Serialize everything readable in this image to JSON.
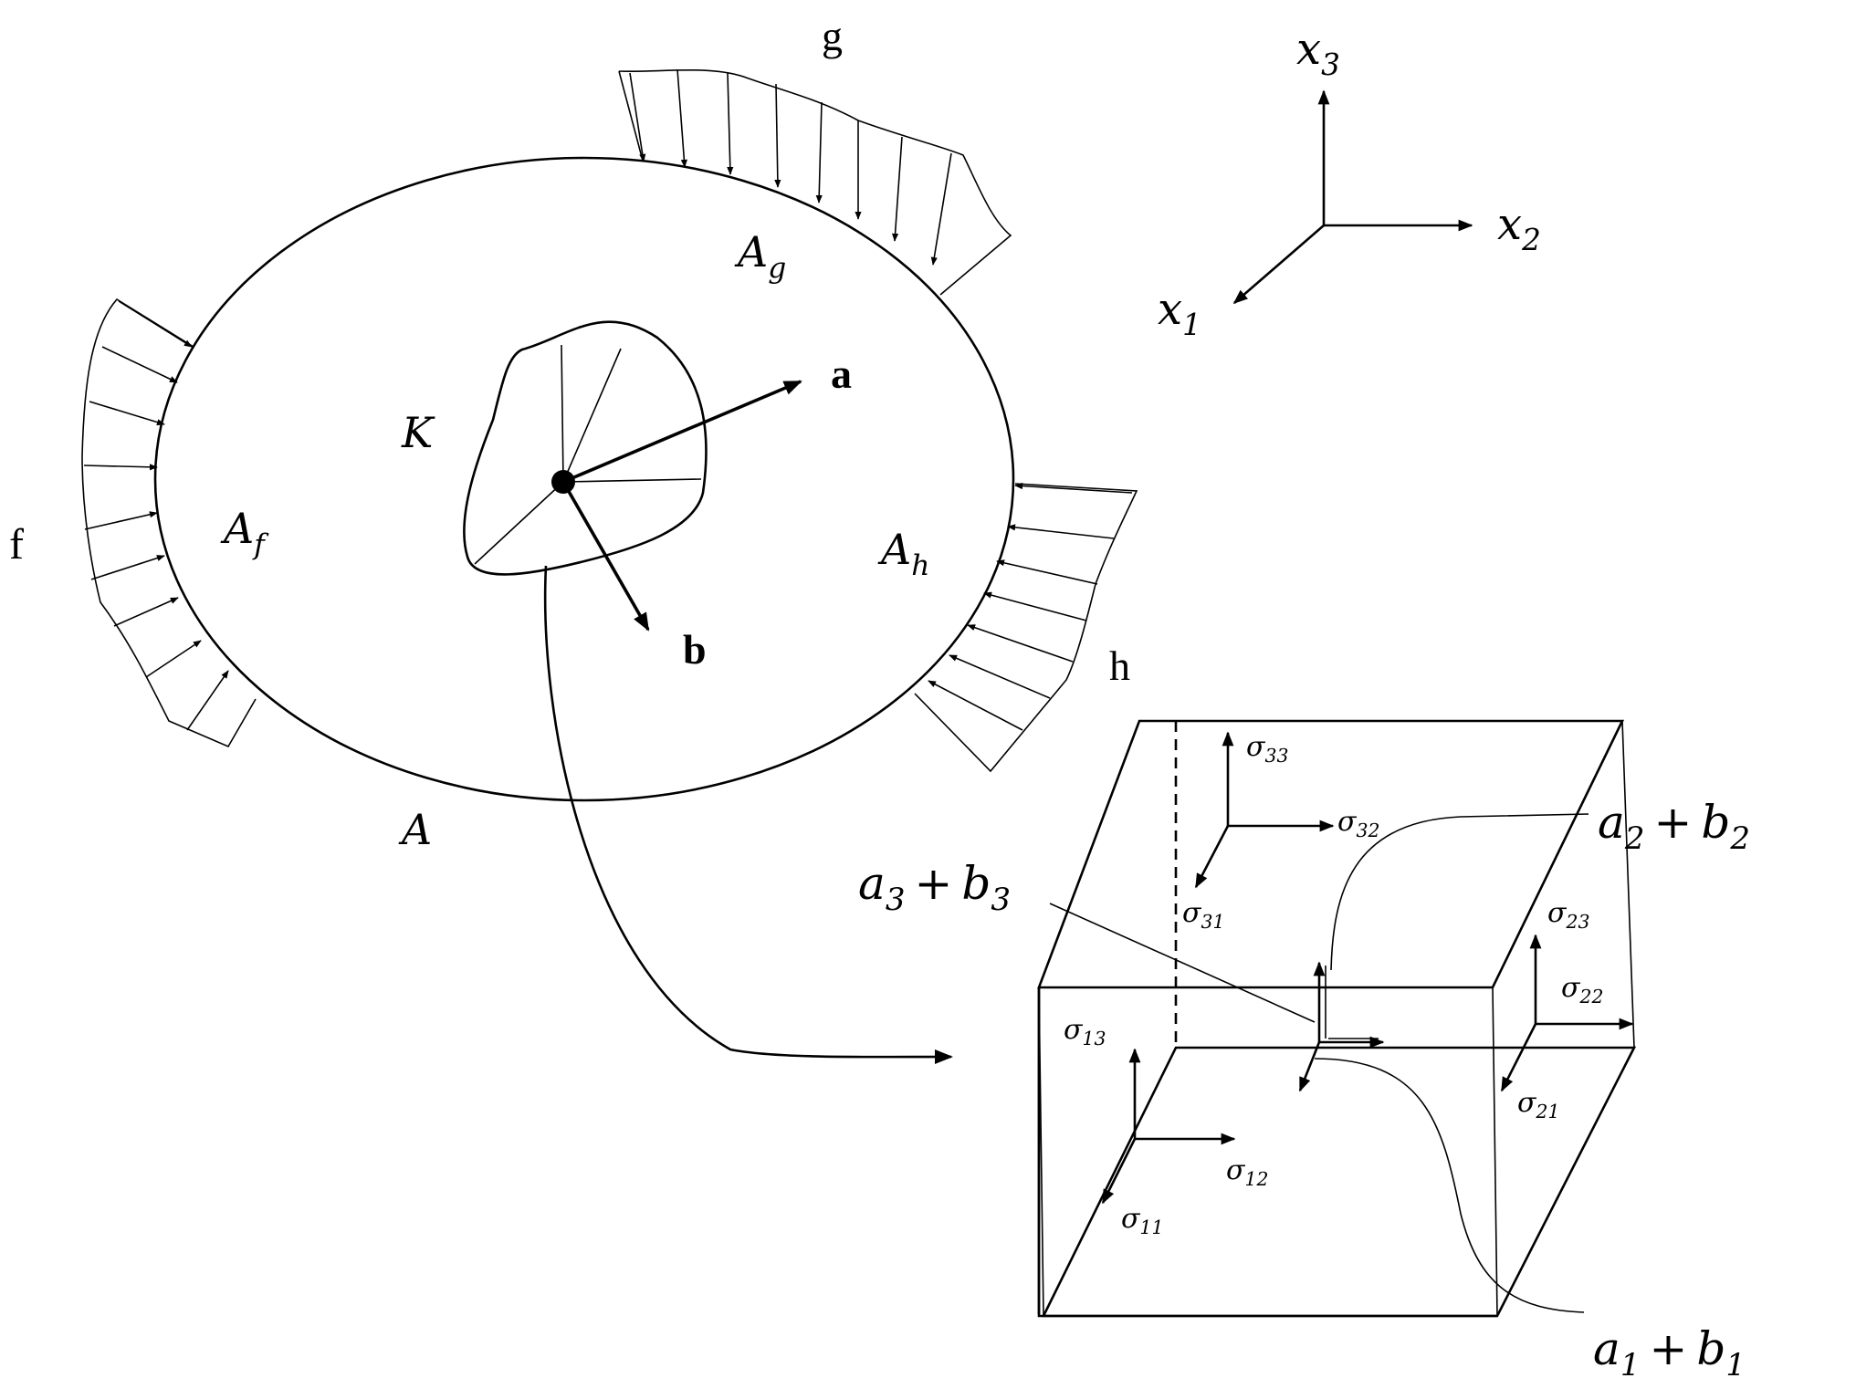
{
  "loads": {
    "f": "f",
    "g": "g",
    "h": "h"
  },
  "regions": {
    "A": "A",
    "A_f": {
      "base": "A",
      "sub": "f"
    },
    "A_g": {
      "base": "A",
      "sub": "g"
    },
    "A_h": {
      "base": "A",
      "sub": "h"
    },
    "K": "K"
  },
  "vectors": {
    "a": "a",
    "b": "b"
  },
  "axes": [
    {
      "base": "x",
      "sub": "1"
    },
    {
      "base": "x",
      "sub": "2"
    },
    {
      "base": "x",
      "sub": "3"
    }
  ],
  "stresses": [
    "11",
    "12",
    "13",
    "21",
    "22",
    "23",
    "31",
    "32",
    "33"
  ],
  "stress_symbol": "σ",
  "sums": [
    {
      "a": "a",
      "b": "b",
      "idx": "1",
      "op": "+"
    },
    {
      "a": "a",
      "b": "b",
      "idx": "2",
      "op": "+"
    },
    {
      "a": "a",
      "b": "b",
      "idx": "3",
      "op": "+"
    }
  ]
}
